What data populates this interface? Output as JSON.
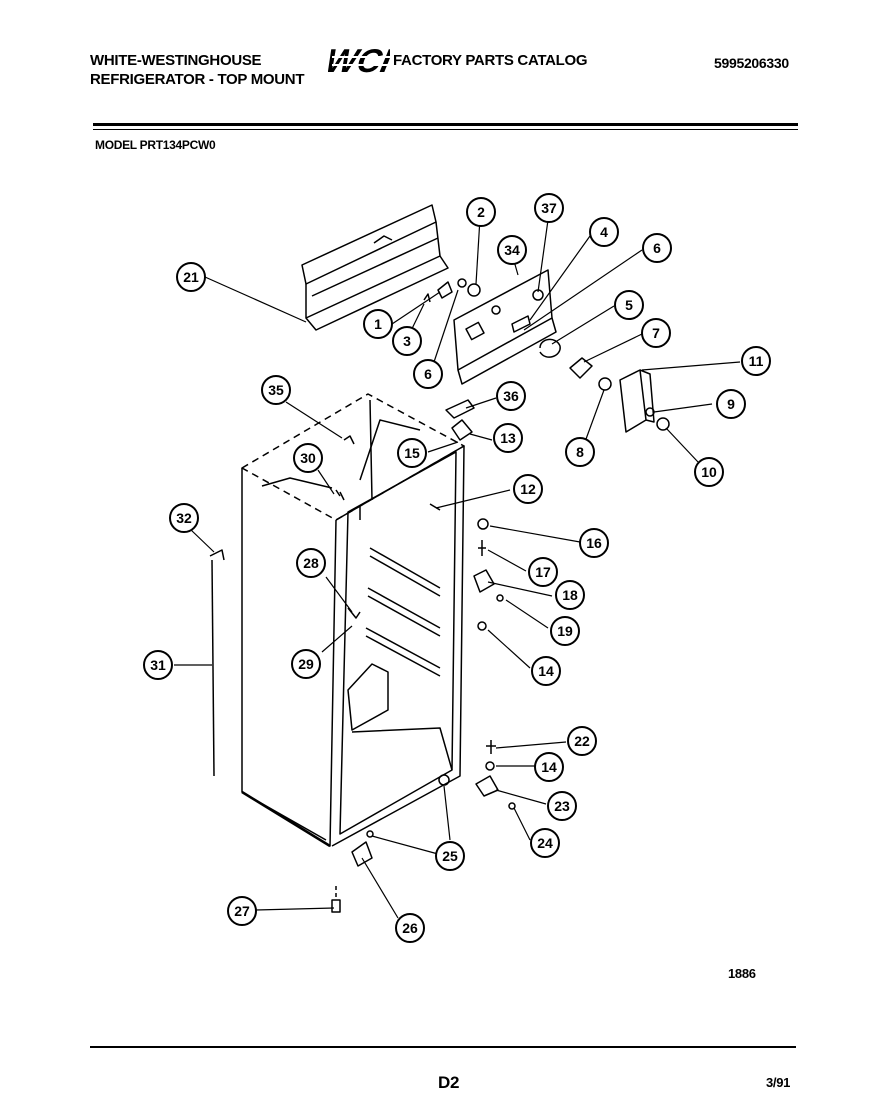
{
  "header": {
    "brand_line1": "WHITE-WESTINGHOUSE",
    "brand_line2": "REFRIGERATOR - TOP MOUNT",
    "logo_text": "WCI",
    "catalog_title": "FACTORY PARTS CATALOG",
    "catalog_number": "5995206330",
    "model": "MODEL PRT134PCW0"
  },
  "callouts": [
    "1",
    "2",
    "3",
    "4",
    "5",
    "6",
    "6",
    "7",
    "8",
    "9",
    "10",
    "11",
    "12",
    "13",
    "14",
    "14",
    "15",
    "16",
    "17",
    "18",
    "19",
    "21",
    "22",
    "23",
    "24",
    "25",
    "26",
    "27",
    "28",
    "29",
    "30",
    "31",
    "32",
    "34",
    "35",
    "36",
    "37"
  ],
  "footer": {
    "diagram_number": "1886",
    "page_id": "D2",
    "date": "3/91"
  }
}
